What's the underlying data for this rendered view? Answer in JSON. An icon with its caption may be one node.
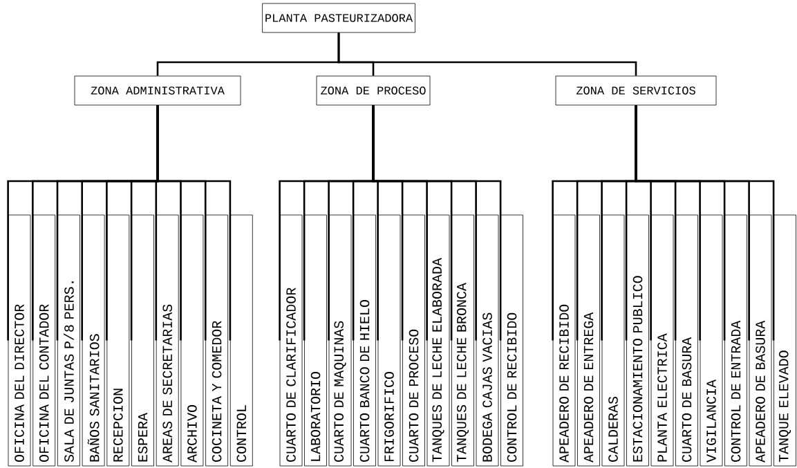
{
  "diagram": {
    "nodes": [
      {
        "text": [
          "PLANTA PASTEURIZADORA"
        ]
      },
      {
        "text": [
          "ZONA ADMINISTRATIVA"
        ]
      },
      {
        "text": [
          "ZONA DE PROCESO"
        ]
      },
      {
        "text": [
          "ZONA DE SERVICIOS"
        ]
      },
      {
        "text": [
          "OFICINA DEL DIRECTOR"
        ]
      },
      {
        "text": [
          "OFICINA DEL CONTADOR"
        ]
      },
      {
        "text": [
          "SALA DE JUNTAS P/8 PERS."
        ]
      },
      {
        "text": [
          "BAÑOS SANITARIOS"
        ]
      },
      {
        "text": [
          "RECEPCION"
        ]
      },
      {
        "text": [
          "ESPERA"
        ]
      },
      {
        "text": [
          "AREAS DE SECRETARIAS"
        ]
      },
      {
        "text": [
          "ARCHIVO"
        ]
      },
      {
        "text": [
          "COCINETA Y COMEDOR"
        ]
      },
      {
        "text": [
          "CONTROL"
        ]
      },
      {
        "text": [
          "CUARTO DE CLARIFICADOR"
        ]
      },
      {
        "text": [
          "LABORATORIO"
        ]
      },
      {
        "text": [
          "CUARTO DE MAQUINAS"
        ]
      },
      {
        "text": [
          "CUARTO BANCO DE HIELO"
        ]
      },
      {
        "text": [
          "FRIGORIFICO"
        ]
      },
      {
        "text": [
          "CUARTO DE PROCESO"
        ]
      },
      {
        "text": [
          "TANQUES DE LECHE ELABORADA"
        ]
      },
      {
        "text": [
          "TANQUES DE LECHE BRONCA"
        ]
      },
      {
        "text": [
          "BODEGA CAJAS VACIAS"
        ]
      },
      {
        "text": [
          "CONTROL DE RECIBIDO"
        ]
      },
      {
        "text": [
          "APEADERO DE RECIBIDO"
        ]
      },
      {
        "text": [
          "APEADERO DE ENTREGA"
        ]
      },
      {
        "text": [
          "CALDERAS"
        ]
      },
      {
        "text": [
          "ESTACIONAMIENTO PUBLICO"
        ]
      },
      {
        "text": [
          "PLANTA ELECTRICA"
        ]
      },
      {
        "text": [
          "CUARTO DE BASURA"
        ]
      },
      {
        "text": [
          "VIGILANCIA"
        ]
      },
      {
        "text": [
          "CONTROL DE ENTRADA"
        ]
      },
      {
        "text": [
          "APEADERO DE BASURA"
        ]
      },
      {
        "text": [
          "TANQUE ELEVADO"
        ]
      }
    ],
    "edges": [
      {
        "from": 0,
        "to": 1,
        "arrow": "none"
      },
      {
        "from": 0,
        "to": 2,
        "arrow": "none"
      },
      {
        "from": 0,
        "to": 3,
        "arrow": "none"
      },
      {
        "from": 1,
        "to": 4,
        "arrow": "none"
      },
      {
        "from": 1,
        "to": 5,
        "arrow": "none"
      },
      {
        "from": 1,
        "to": 6,
        "arrow": "none"
      },
      {
        "from": 1,
        "to": 7,
        "arrow": "none"
      },
      {
        "from": 1,
        "to": 8,
        "arrow": "none"
      },
      {
        "from": 1,
        "to": 9,
        "arrow": "none"
      },
      {
        "from": 1,
        "to": 10,
        "arrow": "none"
      },
      {
        "from": 1,
        "to": 11,
        "arrow": "none"
      },
      {
        "from": 1,
        "to": 12,
        "arrow": "none"
      },
      {
        "from": 1,
        "to": 13,
        "arrow": "none"
      },
      {
        "from": 2,
        "to": 14,
        "arrow": "none"
      },
      {
        "from": 2,
        "to": 15,
        "arrow": "none"
      },
      {
        "from": 2,
        "to": 16,
        "arrow": "none"
      },
      {
        "from": 2,
        "to": 17,
        "arrow": "none"
      },
      {
        "from": 2,
        "to": 18,
        "arrow": "none"
      },
      {
        "from": 2,
        "to": 19,
        "arrow": "none"
      },
      {
        "from": 2,
        "to": 20,
        "arrow": "none"
      },
      {
        "from": 2,
        "to": 21,
        "arrow": "none"
      },
      {
        "from": 2,
        "to": 22,
        "arrow": "none"
      },
      {
        "from": 2,
        "to": 23,
        "arrow": "none"
      },
      {
        "from": 3,
        "to": 24,
        "arrow": "none"
      },
      {
        "from": 3,
        "to": 25,
        "arrow": "none"
      },
      {
        "from": 3,
        "to": 26,
        "arrow": "none"
      },
      {
        "from": 3,
        "to": 27,
        "arrow": "none"
      },
      {
        "from": 3,
        "to": 28,
        "arrow": "none"
      },
      {
        "from": 3,
        "to": 29,
        "arrow": "none"
      },
      {
        "from": 3,
        "to": 30,
        "arrow": "none"
      },
      {
        "from": 3,
        "to": 31,
        "arrow": "none"
      },
      {
        "from": 3,
        "to": 32,
        "arrow": "none"
      },
      {
        "from": 3,
        "to": 33,
        "arrow": "none"
      }
    ]
  }
}
